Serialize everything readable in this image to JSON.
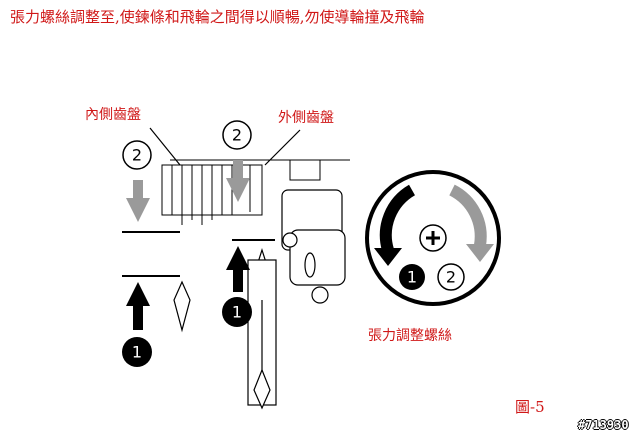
{
  "title": "張力螺絲調整至,使鍊條和飛輪之間得以順暢,勿使導輪撞及飛輪",
  "labels": {
    "inner_chainring": "內側齒盤",
    "outer_chainring": "外側齒盤",
    "tension_screw": "張力調整螺絲",
    "figure": "圖-5"
  },
  "watermark": "#713930",
  "markers": {
    "one": "1",
    "two": "2"
  },
  "colors": {
    "accent": "#d01818",
    "arrow_gray": "#9a9a9a"
  }
}
